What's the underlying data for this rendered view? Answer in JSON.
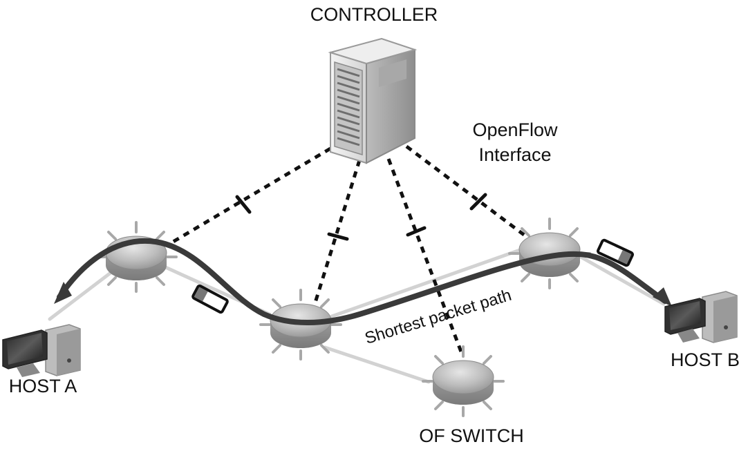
{
  "labels": {
    "controller": "CONTROLLER",
    "interface_line1": "OpenFlow",
    "interface_line2": "Interface",
    "host_a": "HOST A",
    "host_b": "HOST B",
    "of_switch": "OF SWITCH",
    "path": "Shortest packet path"
  },
  "colors": {
    "path": "#3a3a3a",
    "dashed_link": "#111111",
    "physical_link": "#d2d2d2",
    "switch_fill": "#b8b8b8"
  },
  "icons": [
    "server-icon",
    "switch-icon",
    "desktop-computer-icon",
    "packet-icon"
  ]
}
